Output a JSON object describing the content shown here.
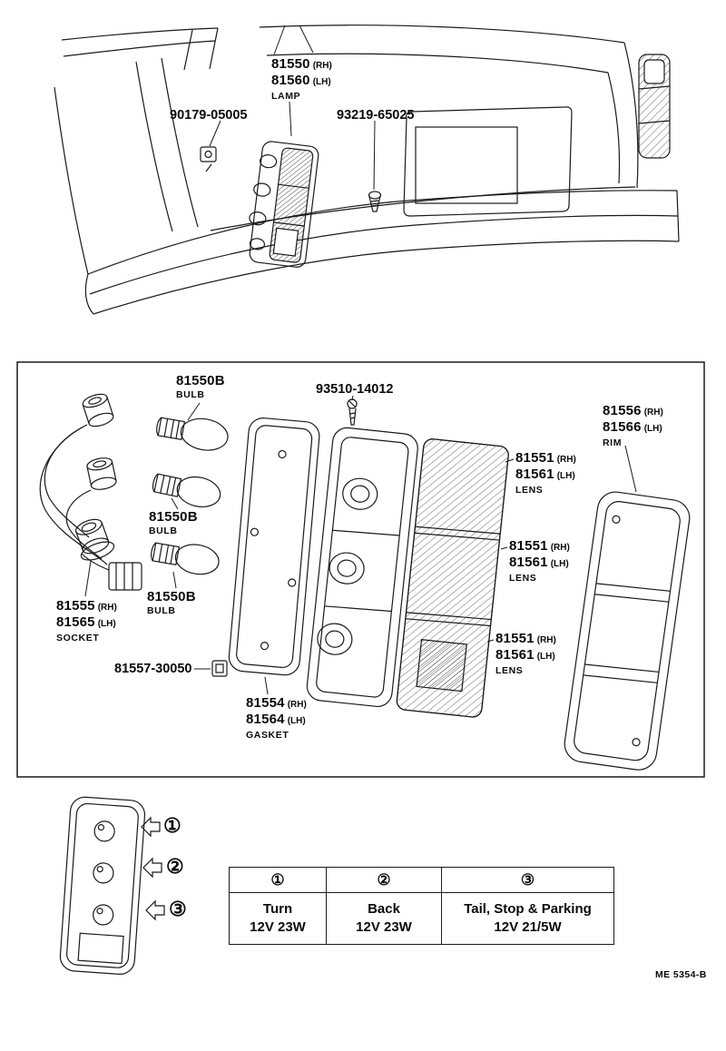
{
  "labels": {
    "lamp": {
      "rh_no": "81550",
      "rh_side": "(RH)",
      "lh_no": "81560",
      "lh_side": "(LH)",
      "name": "LAMP"
    },
    "nut_part": "90179-05005",
    "body_screw_part": "93219-65025",
    "bulb_top": {
      "no": "81550B",
      "name": "BULB"
    },
    "bulb_mid": {
      "no": "81550B",
      "name": "BULB"
    },
    "bulb_bottom": {
      "no": "81550B",
      "name": "BULB"
    },
    "lens_screw_part": "93510-14012",
    "rim": {
      "rh_no": "81556",
      "rh_side": "(RH)",
      "lh_no": "81566",
      "lh_side": "(LH)",
      "name": "RIM"
    },
    "lens_top": {
      "rh_no": "81551",
      "rh_side": "(RH)",
      "lh_no": "81561",
      "lh_side": "(LH)",
      "name": "LENS"
    },
    "lens_mid": {
      "rh_no": "81551",
      "rh_side": "(RH)",
      "lh_no": "81561",
      "lh_side": "(LH)",
      "name": "LENS"
    },
    "lens_bottom": {
      "rh_no": "81551",
      "rh_side": "(RH)",
      "lh_no": "81561",
      "lh_side": "(LH)",
      "name": "LENS"
    },
    "socket": {
      "rh_no": "81555",
      "rh_side": "(RH)",
      "lh_no": "81565",
      "lh_side": "(LH)",
      "name": "SOCKET"
    },
    "clip_part": "81557-30050",
    "gasket": {
      "rh_no": "81554",
      "rh_side": "(RH)",
      "lh_no": "81564",
      "lh_side": "(LH)",
      "name": "GASKET"
    }
  },
  "legend": {
    "markers": [
      "①",
      "②",
      "③"
    ],
    "table": {
      "headers": [
        "①",
        "②",
        "③"
      ],
      "cells": [
        {
          "line1": "Turn",
          "line2": "12V 23W"
        },
        {
          "line1": "Back",
          "line2": "12V 23W"
        },
        {
          "line1": "Tail, Stop & Parking",
          "line2": "12V 21/5W"
        }
      ]
    }
  },
  "footer": {
    "code": "ME 5354-B"
  }
}
